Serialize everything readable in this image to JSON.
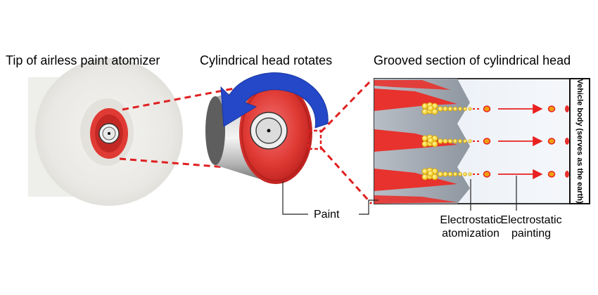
{
  "titles": {
    "tip": "Tip of airless paint atomizer",
    "rotate": "Cylindrical head rotates",
    "grooved": "Grooved section of cylindrical head"
  },
  "labels": {
    "paint": "Paint",
    "atomization_line1": "Electrostatic",
    "atomization_line2": "atomization",
    "painting_line1": "Electrostatic",
    "painting_line2": "painting",
    "vehicle_body": "Vehicle body (serves as the earth)"
  },
  "colors": {
    "paint_red": "#e8322e",
    "dashed_red": "#e02020",
    "rotation_arrow": "#2448c8",
    "droplet_yellow": "#f5e04a",
    "arrow_red": "#e82020"
  },
  "icons": {
    "rotation": "curved-rotation-arrow-icon",
    "flight": "right-arrow-icon"
  }
}
